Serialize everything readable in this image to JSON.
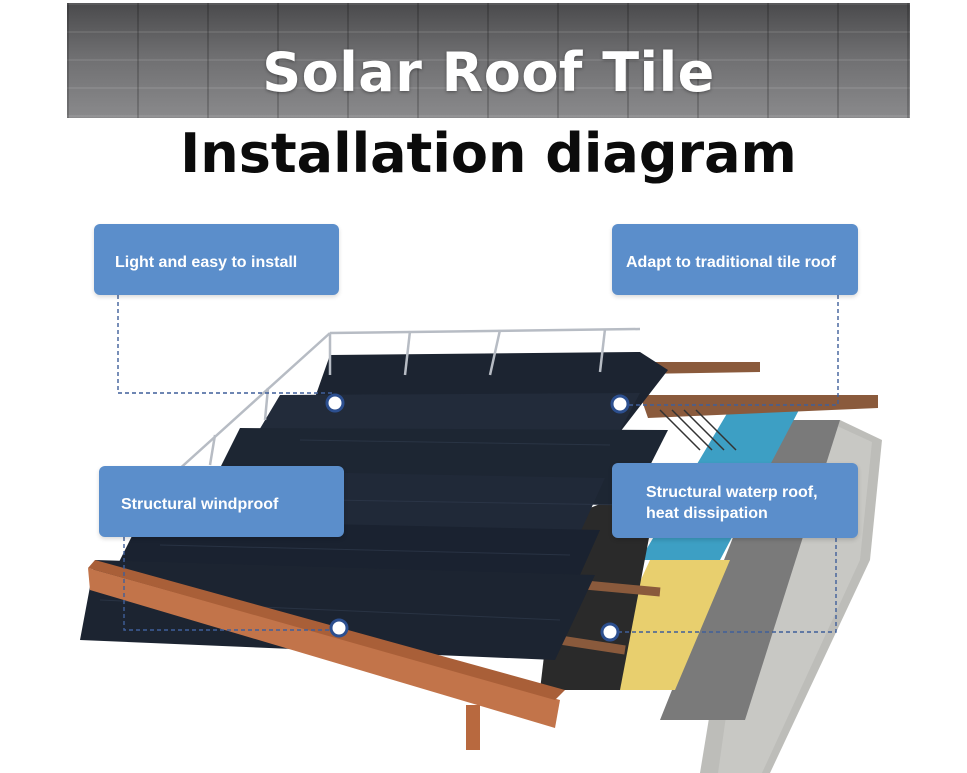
{
  "header": {
    "banner_title": "Solar Roof Tile",
    "subtitle": "Installation diagram"
  },
  "callouts": {
    "light_easy": "Light and easy to install",
    "traditional_roof": "Adapt to traditional tile roof",
    "windproof": "Structural windproof",
    "waterproof": "Structural waterp roof, heat dissipation"
  },
  "colors": {
    "callout_bg": "#5b8ecb",
    "leader_line": "#3f5f9a",
    "panel": "#1c2431",
    "gutter": "#c2744a",
    "insulation": "#e8cf6e",
    "membrane": "#3d9fc4",
    "concrete": "#b9b9b6"
  }
}
